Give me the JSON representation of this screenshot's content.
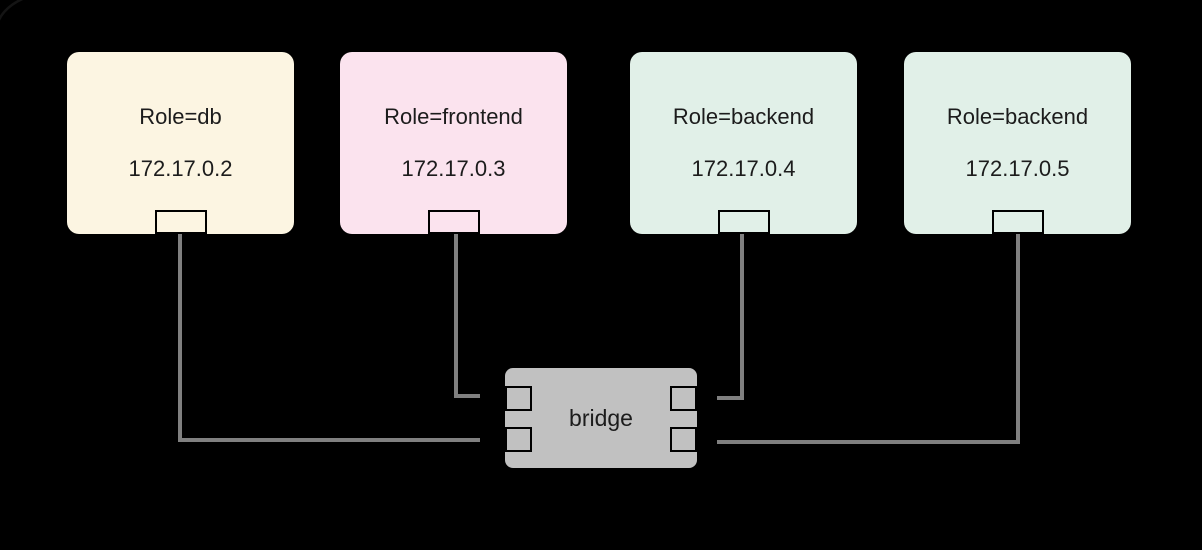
{
  "diagram": {
    "nodes": [
      {
        "id": "db",
        "label": "Role=db",
        "ip": "172.17.0.2",
        "fill": "#fcf5e2"
      },
      {
        "id": "frontend",
        "label": "Role=frontend",
        "ip": "172.17.0.3",
        "fill": "#fbe3ee"
      },
      {
        "id": "backend-1",
        "label": "Role=backend",
        "ip": "172.17.0.4",
        "fill": "#e1f0e8"
      },
      {
        "id": "backend-2",
        "label": "Role=backend",
        "ip": "172.17.0.5",
        "fill": "#e1f0e8"
      }
    ],
    "bridge": {
      "label": "bridge",
      "fill": "#c1c1c1"
    },
    "edges": [
      {
        "from": "db",
        "to": "bridge"
      },
      {
        "from": "frontend",
        "to": "bridge"
      },
      {
        "from": "backend-1",
        "to": "bridge"
      },
      {
        "from": "backend-2",
        "to": "bridge"
      }
    ],
    "colors": {
      "background": "#000000",
      "line": "#808080",
      "port_border": "#000000",
      "text": "#1c1c1c"
    }
  }
}
